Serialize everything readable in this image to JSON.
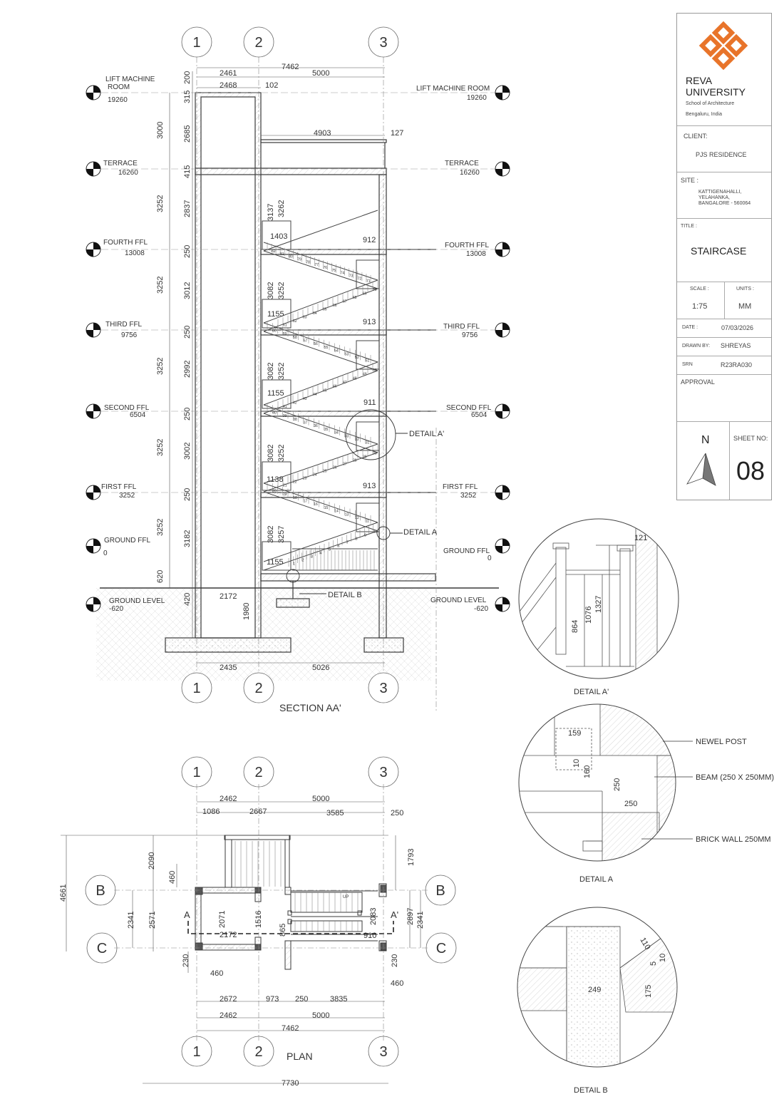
{
  "colors": {
    "line": "#3a3a3a",
    "hatch": "#9a9a9a",
    "logo": "#e8742a"
  },
  "grids": {
    "g1": "1",
    "g2": "2",
    "g3": "3",
    "gb": "B",
    "gc": "C"
  },
  "section": {
    "title": "SECTION AA'",
    "levels_left": [
      {
        "name": "LIFT MACHINE\nROOM",
        "value": "19260"
      },
      {
        "name": "TERRACE",
        "value": "16260"
      },
      {
        "name": "FOURTH FFL",
        "value": "13008"
      },
      {
        "name": "THIRD FFL",
        "value": "9756"
      },
      {
        "name": "SECOND FFL",
        "value": "6504"
      },
      {
        "name": "FIRST FFL",
        "value": "3252"
      },
      {
        "name": "GROUND FFL",
        "value": "0"
      },
      {
        "name": "GROUND LEVEL",
        "value": "-620"
      }
    ],
    "levels_right": [
      {
        "name": "LIFT MACHINE ROOM",
        "value": "19260"
      },
      {
        "name": "TERRACE",
        "value": "16260"
      },
      {
        "name": "FOURTH FFL",
        "value": "13008"
      },
      {
        "name": "THIRD FFL",
        "value": "9756"
      },
      {
        "name": "SECOND FFL",
        "value": "6504"
      },
      {
        "name": "FIRST FFL",
        "value": "3252"
      },
      {
        "name": "GROUND FFL",
        "value": "0"
      },
      {
        "name": "GROUND LEVEL",
        "value": "-620"
      }
    ],
    "dims_top": {
      "d7462": "7462",
      "d2461": "2461",
      "d5000": "5000",
      "d2468": "2468",
      "d102": "102",
      "d4903": "4903",
      "d127": "127"
    },
    "dims_vert_outer": [
      "3000",
      "3252",
      "3252",
      "3252",
      "3252",
      "3252",
      "620"
    ],
    "dims_vert_inner": [
      "200",
      "315",
      "2685",
      "415",
      "2837",
      "250",
      "3012",
      "250",
      "2992",
      "250",
      "3002",
      "250",
      "3182",
      "420"
    ],
    "stair_dims": [
      "3137",
      "3262",
      "3082",
      "3252",
      "3082",
      "3252",
      "3082",
      "3252",
      "3082",
      "3257"
    ],
    "landing_dims": [
      "1403",
      "1155",
      "1155",
      "1138",
      "1155"
    ],
    "right_landing_dims": [
      "912",
      "913",
      "911",
      "913"
    ],
    "detail_refs": {
      "a_prime": "DETAIL A'",
      "a": "DETAIL A",
      "b": "DETAIL B"
    },
    "dims_bottom": {
      "d2435": "2435",
      "d5026": "5026",
      "d2172": "2172",
      "d1980": "1980"
    },
    "tread_numbers": [
      "1",
      "2",
      "3",
      "4",
      "5",
      "6",
      "7",
      "8",
      "9",
      "10",
      "11",
      "12",
      "13",
      "14",
      "15",
      "16",
      "17",
      "18",
      "19",
      "20",
      "21",
      "22",
      "23",
      "24",
      "25",
      "26",
      "27",
      "28",
      "29",
      "30",
      "31",
      "32",
      "33",
      "34",
      "35",
      "36",
      "37",
      "38",
      "39",
      "40",
      "41",
      "42",
      "43",
      "44",
      "45",
      "46",
      "47",
      "48",
      "49",
      "50",
      "51",
      "52",
      "53",
      "54",
      "55",
      "56",
      "57",
      "58",
      "59",
      "60",
      "61",
      "62",
      "63",
      "64",
      "65",
      "66",
      "67",
      "68",
      "69",
      "70",
      "71",
      "72",
      "73",
      "74",
      "75",
      "76",
      "77",
      "78",
      "79",
      "80",
      "81",
      "82"
    ]
  },
  "plan": {
    "title": "PLAN",
    "dims_top": {
      "d2462": "2462",
      "d5000": "5000",
      "d1086": "1086",
      "d2667": "2667",
      "d3585": "3585",
      "d250": "250"
    },
    "dims_left": {
      "d4661": "4661",
      "d2090": "2090",
      "d460": "460",
      "d2341": "2341",
      "d2571": "2571",
      "d230": "230",
      "d460b": "460"
    },
    "dims_inner": {
      "d2071": "2071",
      "d1516": "1516",
      "d2172": "2172",
      "d865": "865",
      "d2083": "2083",
      "d910": "910",
      "up": "UP"
    },
    "dims_right": {
      "d1793": "1793",
      "d2897": "2897",
      "d2341": "2341",
      "d230": "230",
      "d460": "460"
    },
    "section_marks": {
      "a": "A",
      "a_prime": "A'"
    },
    "dims_bottom": {
      "d2672": "2672",
      "d973": "973",
      "d250": "250",
      "d3835": "3835",
      "d2462": "2462",
      "d5000": "5000",
      "d7462": "7462",
      "d7730": "7730"
    }
  },
  "details": {
    "a_prime": {
      "title": "DETAIL A'",
      "dims": {
        "d121": "121",
        "d1327": "1327",
        "d1076": "1076",
        "d864": "864"
      }
    },
    "a": {
      "title": "DETAIL A",
      "dims": {
        "d159": "159",
        "d10": "10",
        "d160": "160",
        "d250v": "250",
        "d250h": "250"
      },
      "callouts": {
        "newel": "NEWEL POST",
        "beam": "BEAM (250 X 250MM)",
        "brick": "BRICK WALL 250MM"
      }
    },
    "b": {
      "title": "DETAIL B",
      "dims": {
        "d110": "110",
        "d5": "5",
        "d10": "10",
        "d249": "249",
        "d175": "175"
      }
    }
  },
  "title_block": {
    "university": "REVA\nUNIVERSITY",
    "school": "School of Architecture",
    "city": "Bengaluru, India",
    "client_label": "CLIENT:",
    "client": "PJS RESIDENCE",
    "site_label": "SITE :",
    "site": "KATTIGENAHALLI,\nYELAHANKA,\nBANGALORE - 560064",
    "title_label": "TITLE :",
    "title": "STAIRCASE",
    "scale_label": "SCALE :",
    "scale": "1:75",
    "units_label": "UNITS :",
    "units": "MM",
    "date_label": "DATE :",
    "date": "07/03/2026",
    "drawn_label": "DRAWN BY:",
    "drawn": "SHREYAS",
    "srn_label": "SRN",
    "srn": "R23RA030",
    "approval_label": "APPROVAL",
    "north": "N",
    "sheet_label": "SHEET NO:",
    "sheet": "08"
  }
}
